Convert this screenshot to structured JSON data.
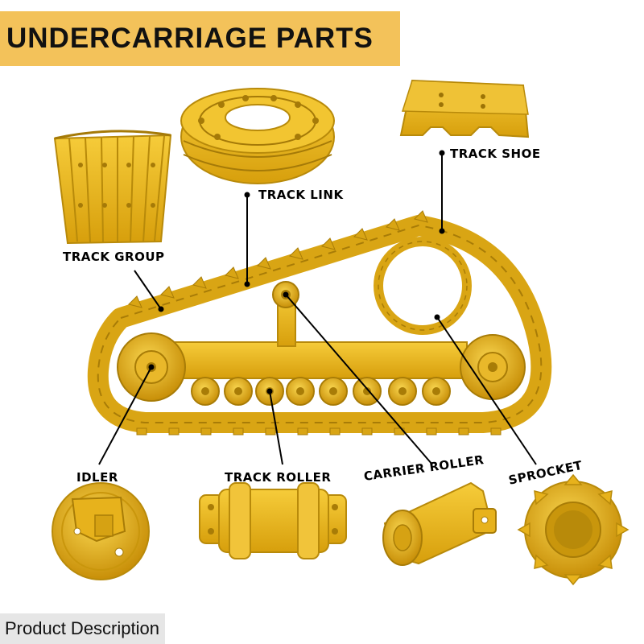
{
  "title": "UNDERCARRIAGE PARTS",
  "labels": {
    "track_group": "TRACK GROUP",
    "track_link": "TRACK LINK",
    "track_shoe": "TRACK SHOE",
    "idler": "IDLER",
    "track_roller": "TRACK ROLLER",
    "carrier_roller": "CARRIER ROLLER",
    "sprocket": "SPROCKET"
  },
  "footer": "Product Description",
  "colors": {
    "banner": "#f3c25a",
    "part_yellow": "#e8b418",
    "part_dark": "#b88a0a",
    "footer_bg": "#e6e6e6"
  }
}
